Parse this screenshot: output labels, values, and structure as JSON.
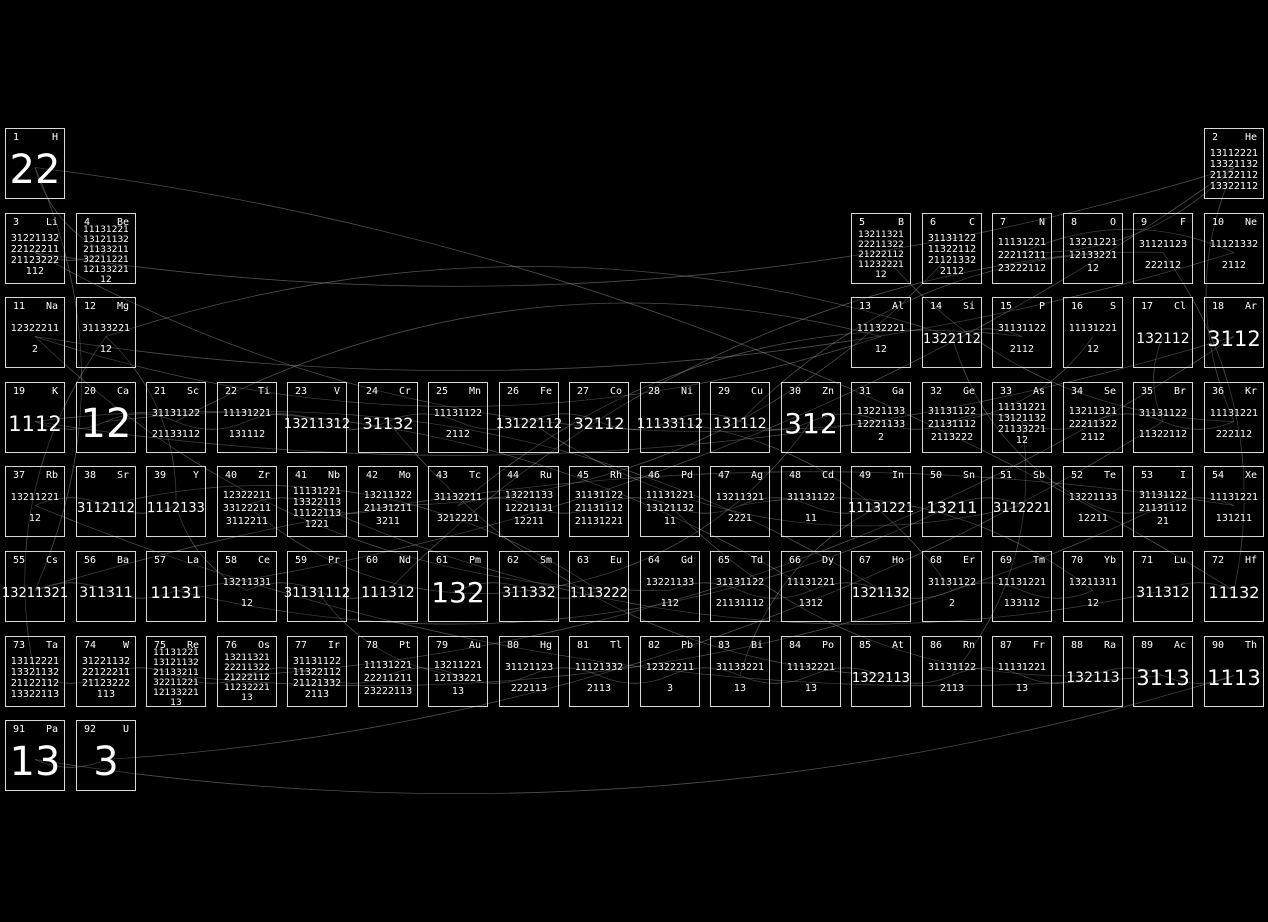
{
  "elements": [
    {
      "num": "1",
      "sym": "H",
      "val": "22"
    },
    {
      "num": "2",
      "sym": "He",
      "val": "13112221 13321132 21122112 13322112"
    },
    {
      "num": "3",
      "sym": "Li",
      "val": "31221132 22122211 21123222 112"
    },
    {
      "num": "4",
      "sym": "Be",
      "val": "11131221 13121132 21133211 32211221 12133221 12"
    },
    {
      "num": "5",
      "sym": "B",
      "val": "13211321 22211322 21222112 11232221 12"
    },
    {
      "num": "6",
      "sym": "C",
      "val": "31131122 11322112 21121332 2112"
    },
    {
      "num": "7",
      "sym": "N",
      "val": "11131221 22211211 23222112"
    },
    {
      "num": "8",
      "sym": "O",
      "val": "13211221 12133221 12"
    },
    {
      "num": "9",
      "sym": "F",
      "val": "31121123 222112"
    },
    {
      "num": "10",
      "sym": "Ne",
      "val": "11121332 2112"
    },
    {
      "num": "11",
      "sym": "Na",
      "val": "12322211 2"
    },
    {
      "num": "12",
      "sym": "Mg",
      "val": "31133221 12"
    },
    {
      "num": "13",
      "sym": "Al",
      "val": "11132221 12"
    },
    {
      "num": "14",
      "sym": "Si",
      "val": "1322112"
    },
    {
      "num": "15",
      "sym": "P",
      "val": "31131122 2112"
    },
    {
      "num": "16",
      "sym": "S",
      "val": "11131221 12"
    },
    {
      "num": "17",
      "sym": "Cl",
      "val": "132112"
    },
    {
      "num": "18",
      "sym": "Ar",
      "val": "3112"
    },
    {
      "num": "19",
      "sym": "K",
      "val": "1112"
    },
    {
      "num": "20",
      "sym": "Ca",
      "val": "12"
    },
    {
      "num": "21",
      "sym": "Sc",
      "val": "31131122 21133112"
    },
    {
      "num": "22",
      "sym": "Ti",
      "val": "11131221 131112"
    },
    {
      "num": "23",
      "sym": "V",
      "val": "13211312"
    },
    {
      "num": "24",
      "sym": "Cr",
      "val": "31132"
    },
    {
      "num": "25",
      "sym": "Mn",
      "val": "11131122 2112"
    },
    {
      "num": "26",
      "sym": "Fe",
      "val": "13122112"
    },
    {
      "num": "27",
      "sym": "Co",
      "val": "32112"
    },
    {
      "num": "28",
      "sym": "Ni",
      "val": "11133112"
    },
    {
      "num": "29",
      "sym": "Cu",
      "val": "131112"
    },
    {
      "num": "30",
      "sym": "Zn",
      "val": "312"
    },
    {
      "num": "31",
      "sym": "Ga",
      "val": "13221133 12221133 2"
    },
    {
      "num": "32",
      "sym": "Ge",
      "val": "31131122 21131112 2113222"
    },
    {
      "num": "33",
      "sym": "As",
      "val": "11131221 13121132 21133221 12"
    },
    {
      "num": "34",
      "sym": "Se",
      "val": "13211321 22211322 2112"
    },
    {
      "num": "35",
      "sym": "Br",
      "val": "31131122 11322112"
    },
    {
      "num": "36",
      "sym": "Kr",
      "val": "11131221 222112"
    },
    {
      "num": "37",
      "sym": "Rb",
      "val": "13211221 12"
    },
    {
      "num": "38",
      "sym": "Sr",
      "val": "3112112"
    },
    {
      "num": "39",
      "sym": "Y",
      "val": "1112133"
    },
    {
      "num": "40",
      "sym": "Zr",
      "val": "12322211 33122211 3112211"
    },
    {
      "num": "41",
      "sym": "Nb",
      "val": "11131221 13322113 11122113 1221"
    },
    {
      "num": "42",
      "sym": "Mo",
      "val": "13211322 21131211 3211"
    },
    {
      "num": "43",
      "sym": "Tc",
      "val": "31132211 3212221"
    },
    {
      "num": "44",
      "sym": "Ru",
      "val": "13221133 12221131 12211"
    },
    {
      "num": "45",
      "sym": "Rh",
      "val": "31131122 21131112 21131221"
    },
    {
      "num": "46",
      "sym": "Pd",
      "val": "11131221 13121132 11"
    },
    {
      "num": "47",
      "sym": "Ag",
      "val": "13211321 2221"
    },
    {
      "num": "48",
      "sym": "Cd",
      "val": "31131122 11"
    },
    {
      "num": "49",
      "sym": "In",
      "val": "11131221"
    },
    {
      "num": "50",
      "sym": "Sn",
      "val": "13211"
    },
    {
      "num": "51",
      "sym": "Sb",
      "val": "3112221"
    },
    {
      "num": "52",
      "sym": "Te",
      "val": "13221133 12211"
    },
    {
      "num": "53",
      "sym": "I",
      "val": "31131122 21131112 21"
    },
    {
      "num": "54",
      "sym": "Xe",
      "val": "11131221 131211"
    },
    {
      "num": "55",
      "sym": "Cs",
      "val": "13211321"
    },
    {
      "num": "56",
      "sym": "Ba",
      "val": "311311"
    },
    {
      "num": "57",
      "sym": "La",
      "val": "11131"
    },
    {
      "num": "58",
      "sym": "Ce",
      "val": "13211331 12"
    },
    {
      "num": "59",
      "sym": "Pr",
      "val": "31131112"
    },
    {
      "num": "60",
      "sym": "Nd",
      "val": "111312"
    },
    {
      "num": "61",
      "sym": "Pm",
      "val": "132"
    },
    {
      "num": "62",
      "sym": "Sm",
      "val": "311332"
    },
    {
      "num": "63",
      "sym": "Eu",
      "val": "1113222"
    },
    {
      "num": "64",
      "sym": "Gd",
      "val": "13221133 112"
    },
    {
      "num": "65",
      "sym": "Td",
      "val": "31131122 21131112"
    },
    {
      "num": "66",
      "sym": "Dy",
      "val": "11131221 1312"
    },
    {
      "num": "67",
      "sym": "Ho",
      "val": "1321132"
    },
    {
      "num": "68",
      "sym": "Er",
      "val": "31131122 2"
    },
    {
      "num": "69",
      "sym": "Tm",
      "val": "11131221 133112"
    },
    {
      "num": "70",
      "sym": "Yb",
      "val": "13211311 12"
    },
    {
      "num": "71",
      "sym": "Lu",
      "val": "311312"
    },
    {
      "num": "72",
      "sym": "Hf",
      "val": "11132"
    },
    {
      "num": "73",
      "sym": "Ta",
      "val": "13112221 13321132 21122112 13322113"
    },
    {
      "num": "74",
      "sym": "W",
      "val": "31221132 22122211 21123222 113"
    },
    {
      "num": "75",
      "sym": "Re",
      "val": "11131221 13121132 21133211 32211221 12133221 13"
    },
    {
      "num": "76",
      "sym": "Os",
      "val": "13211321 22211322 21222112 11232221 13"
    },
    {
      "num": "77",
      "sym": "Ir",
      "val": "31131122 11322112 21121332 2113"
    },
    {
      "num": "78",
      "sym": "Pt",
      "val": "11131221 22211211 23222113"
    },
    {
      "num": "79",
      "sym": "Au",
      "val": "13211221 12133221 13"
    },
    {
      "num": "80",
      "sym": "Hg",
      "val": "31121123 222113"
    },
    {
      "num": "81",
      "sym": "Tl",
      "val": "11121332 2113"
    },
    {
      "num": "82",
      "sym": "Pb",
      "val": "12322211 3"
    },
    {
      "num": "83",
      "sym": "Bi",
      "val": "31133221 13"
    },
    {
      "num": "84",
      "sym": "Po",
      "val": "11132221 13"
    },
    {
      "num": "85",
      "sym": "At",
      "val": "1322113"
    },
    {
      "num": "86",
      "sym": "Rn",
      "val": "31131122 2113"
    },
    {
      "num": "87",
      "sym": "Fr",
      "val": "11131221 13"
    },
    {
      "num": "88",
      "sym": "Ra",
      "val": "132113"
    },
    {
      "num": "89",
      "sym": "Ac",
      "val": "3113"
    },
    {
      "num": "90",
      "sym": "Th",
      "val": "1113"
    },
    {
      "num": "91",
      "sym": "Pa",
      "val": "13"
    },
    {
      "num": "92",
      "sym": "U",
      "val": "3"
    }
  ],
  "connections": [
    [
      "1",
      "72"
    ],
    [
      "1",
      "4"
    ],
    [
      "2",
      "7"
    ],
    [
      "2",
      "36"
    ],
    [
      "2",
      "57"
    ],
    [
      "3",
      "2"
    ],
    [
      "4",
      "3"
    ],
    [
      "5",
      "36"
    ],
    [
      "7",
      "10"
    ],
    [
      "9",
      "29"
    ],
    [
      "10",
      "11"
    ],
    [
      "11",
      "13"
    ],
    [
      "12",
      "14"
    ],
    [
      "13",
      "21"
    ],
    [
      "14",
      "15"
    ],
    [
      "15",
      "43"
    ],
    [
      "16",
      "32"
    ],
    [
      "17",
      "35"
    ],
    [
      "18",
      "19"
    ],
    [
      "19",
      "20"
    ],
    [
      "20",
      "21"
    ],
    [
      "21",
      "22"
    ],
    [
      "22",
      "23"
    ],
    [
      "23",
      "24"
    ],
    [
      "24",
      "25"
    ],
    [
      "25",
      "26"
    ],
    [
      "26",
      "27"
    ],
    [
      "27",
      "28"
    ],
    [
      "28",
      "29"
    ],
    [
      "29",
      "30"
    ],
    [
      "30",
      "31"
    ],
    [
      "31",
      "32"
    ],
    [
      "32",
      "33"
    ],
    [
      "33",
      "34"
    ],
    [
      "34",
      "35"
    ],
    [
      "35",
      "36"
    ],
    [
      "37",
      "38"
    ],
    [
      "38",
      "39"
    ],
    [
      "40",
      "41"
    ],
    [
      "41",
      "42"
    ],
    [
      "43",
      "44"
    ],
    [
      "44",
      "45"
    ],
    [
      "45",
      "46"
    ],
    [
      "46",
      "47"
    ],
    [
      "47",
      "48"
    ],
    [
      "48",
      "49"
    ],
    [
      "50",
      "51"
    ],
    [
      "52",
      "53"
    ],
    [
      "53",
      "54"
    ],
    [
      "54",
      "55"
    ],
    [
      "55",
      "56"
    ],
    [
      "56",
      "57"
    ],
    [
      "58",
      "59"
    ],
    [
      "59",
      "60"
    ],
    [
      "61",
      "62"
    ],
    [
      "62",
      "63"
    ],
    [
      "64",
      "65"
    ],
    [
      "65",
      "66"
    ],
    [
      "66",
      "67"
    ],
    [
      "67",
      "68"
    ],
    [
      "68",
      "69"
    ],
    [
      "69",
      "70"
    ],
    [
      "71",
      "72"
    ],
    [
      "73",
      "74"
    ],
    [
      "74",
      "75"
    ],
    [
      "75",
      "76"
    ],
    [
      "76",
      "77"
    ],
    [
      "77",
      "78"
    ],
    [
      "78",
      "79"
    ],
    [
      "79",
      "80"
    ],
    [
      "80",
      "81"
    ],
    [
      "81",
      "82"
    ],
    [
      "82",
      "83"
    ],
    [
      "83",
      "84"
    ],
    [
      "84",
      "85"
    ],
    [
      "85",
      "86"
    ],
    [
      "86",
      "87"
    ],
    [
      "87",
      "88"
    ],
    [
      "88",
      "89"
    ],
    [
      "89",
      "90"
    ],
    [
      "90",
      "91"
    ],
    [
      "91",
      "92"
    ],
    [
      "20",
      "67"
    ],
    [
      "3",
      "31"
    ],
    [
      "6",
      "42"
    ],
    [
      "8",
      "60"
    ],
    [
      "12",
      "39"
    ],
    [
      "26",
      "51"
    ],
    [
      "38",
      "63"
    ],
    [
      "39",
      "58"
    ],
    [
      "47",
      "70"
    ],
    [
      "57",
      "50"
    ],
    [
      "62",
      "40"
    ],
    [
      "72",
      "9"
    ],
    [
      "73",
      "12"
    ],
    [
      "76",
      "18"
    ],
    [
      "79",
      "59"
    ],
    [
      "86",
      "33"
    ],
    [
      "88",
      "46"
    ],
    [
      "92",
      "35"
    ],
    [
      "1",
      "55"
    ],
    [
      "11",
      "64"
    ],
    [
      "19",
      "66"
    ],
    [
      "24",
      "85"
    ],
    [
      "30",
      "62"
    ],
    [
      "37",
      "89"
    ],
    [
      "52",
      "14"
    ],
    [
      "68",
      "28"
    ],
    [
      "71",
      "41"
    ],
    [
      "75",
      "53"
    ],
    [
      "83",
      "49"
    ]
  ],
  "colors": {
    "background": "#000000",
    "cell_border": "#d8d8d8",
    "text": "#ffffff",
    "link": "#bbbbbb"
  }
}
